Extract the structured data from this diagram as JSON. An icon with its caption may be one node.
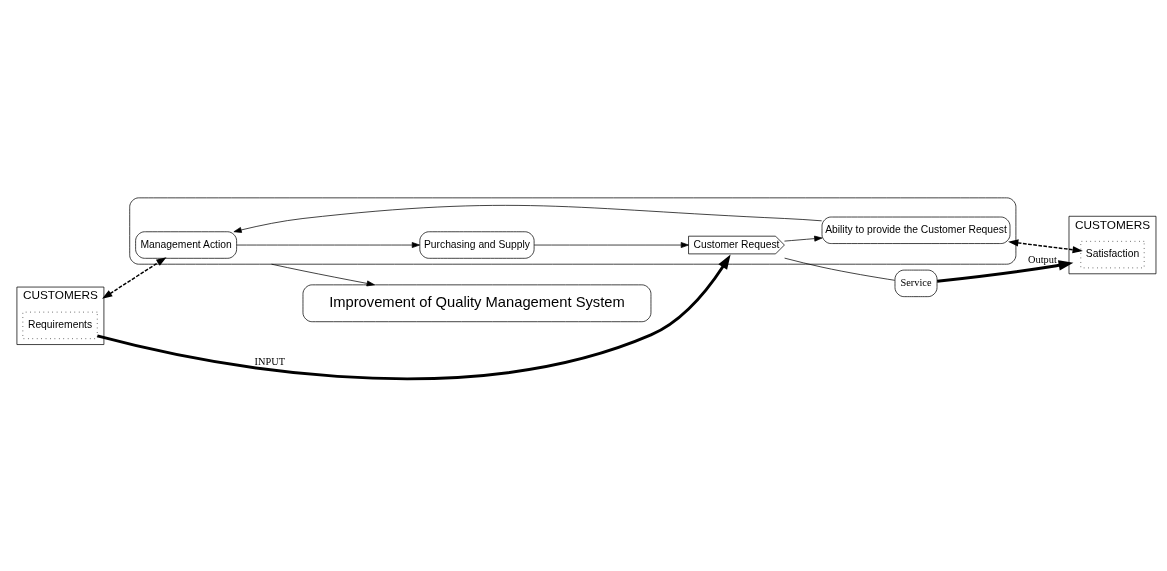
{
  "diagram": {
    "nodes": [
      {
        "text": [
          "Improvement of Quality Management System"
        ]
      },
      {
        "text": [
          "CUSTOMERS"
        ]
      },
      {
        "text": [
          "Requirements"
        ],
        "in": 1
      },
      {
        "text": [],
        "shape": "ellipse"
      },
      {
        "text": [
          "Management Action"
        ],
        "in": 3
      },
      {
        "text": [
          "Purchasing and Supply"
        ],
        "in": 3
      },
      {
        "text": [
          "Ability to provide the Customer Request"
        ],
        "in": 3
      },
      {
        "text": [
          "Customer Request"
        ],
        "in": 3
      },
      {
        "text": [
          "Service"
        ]
      },
      {
        "text": [
          "CUSTOMERS"
        ]
      },
      {
        "text": [
          "Satisfaction"
        ],
        "in": 9
      }
    ],
    "edges": [
      {
        "from": 1,
        "to": 4,
        "arrow": "both",
        "style": "dashed"
      },
      {
        "from": 6,
        "to": 10,
        "arrow": "both",
        "style": "dashed"
      },
      {
        "from": 2,
        "to": 7,
        "arrow": "to",
        "label": "INPUT",
        "style": "thick"
      },
      {
        "from": 7,
        "to": 8,
        "arrow": "none"
      },
      {
        "from": 8,
        "to": 9,
        "arrow": "to",
        "label": "Output",
        "style": "thick"
      },
      {
        "from": 4,
        "to": 5,
        "arrow": "to"
      },
      {
        "from": 5,
        "to": 7,
        "arrow": "to"
      },
      {
        "from": 7,
        "to": 6,
        "arrow": "to"
      },
      {
        "from": 6,
        "to": 4,
        "arrow": "to"
      },
      {
        "from": 3,
        "to": 0,
        "arrow": "to"
      }
    ]
  }
}
